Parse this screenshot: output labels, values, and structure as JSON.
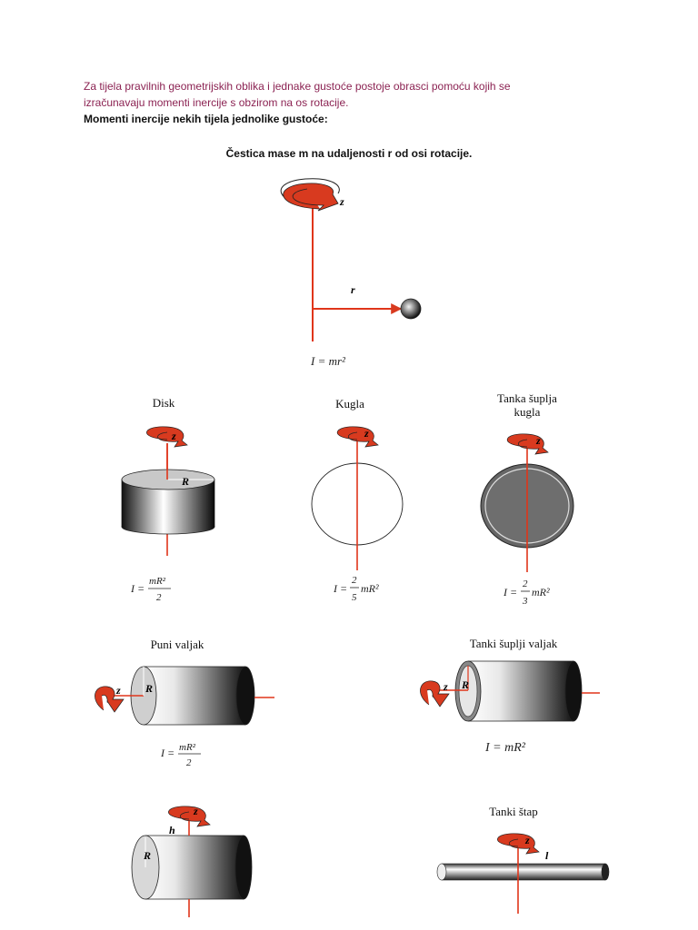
{
  "intro": {
    "line1": "Za tijela pravilnih geometrijskih oblika i jednake gustoće postoje obrasci pomoću kojih se",
    "line2": "izračunavaju momenti inercije s obzirom na os rotacije.",
    "subhead": "Momenti inercije nekih tijela jednolike gustoće:"
  },
  "particle": {
    "title": "Čestica mase m na udaljenosti r od osi rotacije.",
    "axis": "z",
    "radius": "r",
    "formula": "I = mr²"
  },
  "bodies": {
    "disk": {
      "label": "Disk",
      "axis": "z",
      "radius": "R",
      "formula_lhs": "I =",
      "formula_num": "mR²",
      "formula_den": "2"
    },
    "sphere": {
      "label": "Kugla",
      "axis": "z",
      "formula_lhs": "I =",
      "formula_num": "2",
      "formula_den": "5",
      "formula_rest": "mR²"
    },
    "hollow_sphere": {
      "label_line1": "Tanka šuplja",
      "label_line2": "kugla",
      "axis": "z",
      "formula_lhs": "I =",
      "formula_num": "2",
      "formula_den": "3",
      "formula_rest": "mR²"
    },
    "solid_cylinder": {
      "label": "Puni valjak",
      "axis": "z",
      "radius": "R",
      "formula_lhs": "I =",
      "formula_num": "mR²",
      "formula_den": "2"
    },
    "hollow_cylinder": {
      "label": "Tanki šuplji valjak",
      "axis": "z",
      "radius": "R",
      "formula": "I = mR²"
    },
    "cylinder_transverse": {
      "axis": "z",
      "radius": "R",
      "height": "h"
    },
    "thin_rod": {
      "label": "Tanki štap",
      "axis": "z",
      "length": "l"
    }
  }
}
